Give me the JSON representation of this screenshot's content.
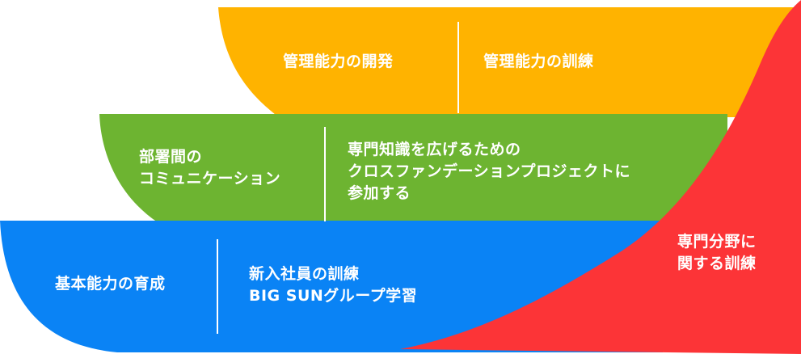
{
  "colors": {
    "orange": "#FFB300",
    "green": "#6DB431",
    "blue": "#0A83F5",
    "red": "#FC3437",
    "text": "#FFFFFF"
  },
  "tiers": {
    "top": {
      "left_label": "管理能力の開発",
      "right_label": "管理能力の訓練"
    },
    "middle": {
      "left_lines": [
        "部署間の",
        "コミュニケーション"
      ],
      "right_lines": [
        "専門知識を広げるための",
        "クロスファンデーションプロジェクトに",
        "参加する"
      ]
    },
    "bottom": {
      "left_label": "基本能力の育成",
      "right_lines": [
        "新入社員の訓練",
        "BIG SUNグループ学習"
      ]
    }
  },
  "specialty": {
    "lines": [
      "専門分野に",
      "関する訓練"
    ]
  }
}
